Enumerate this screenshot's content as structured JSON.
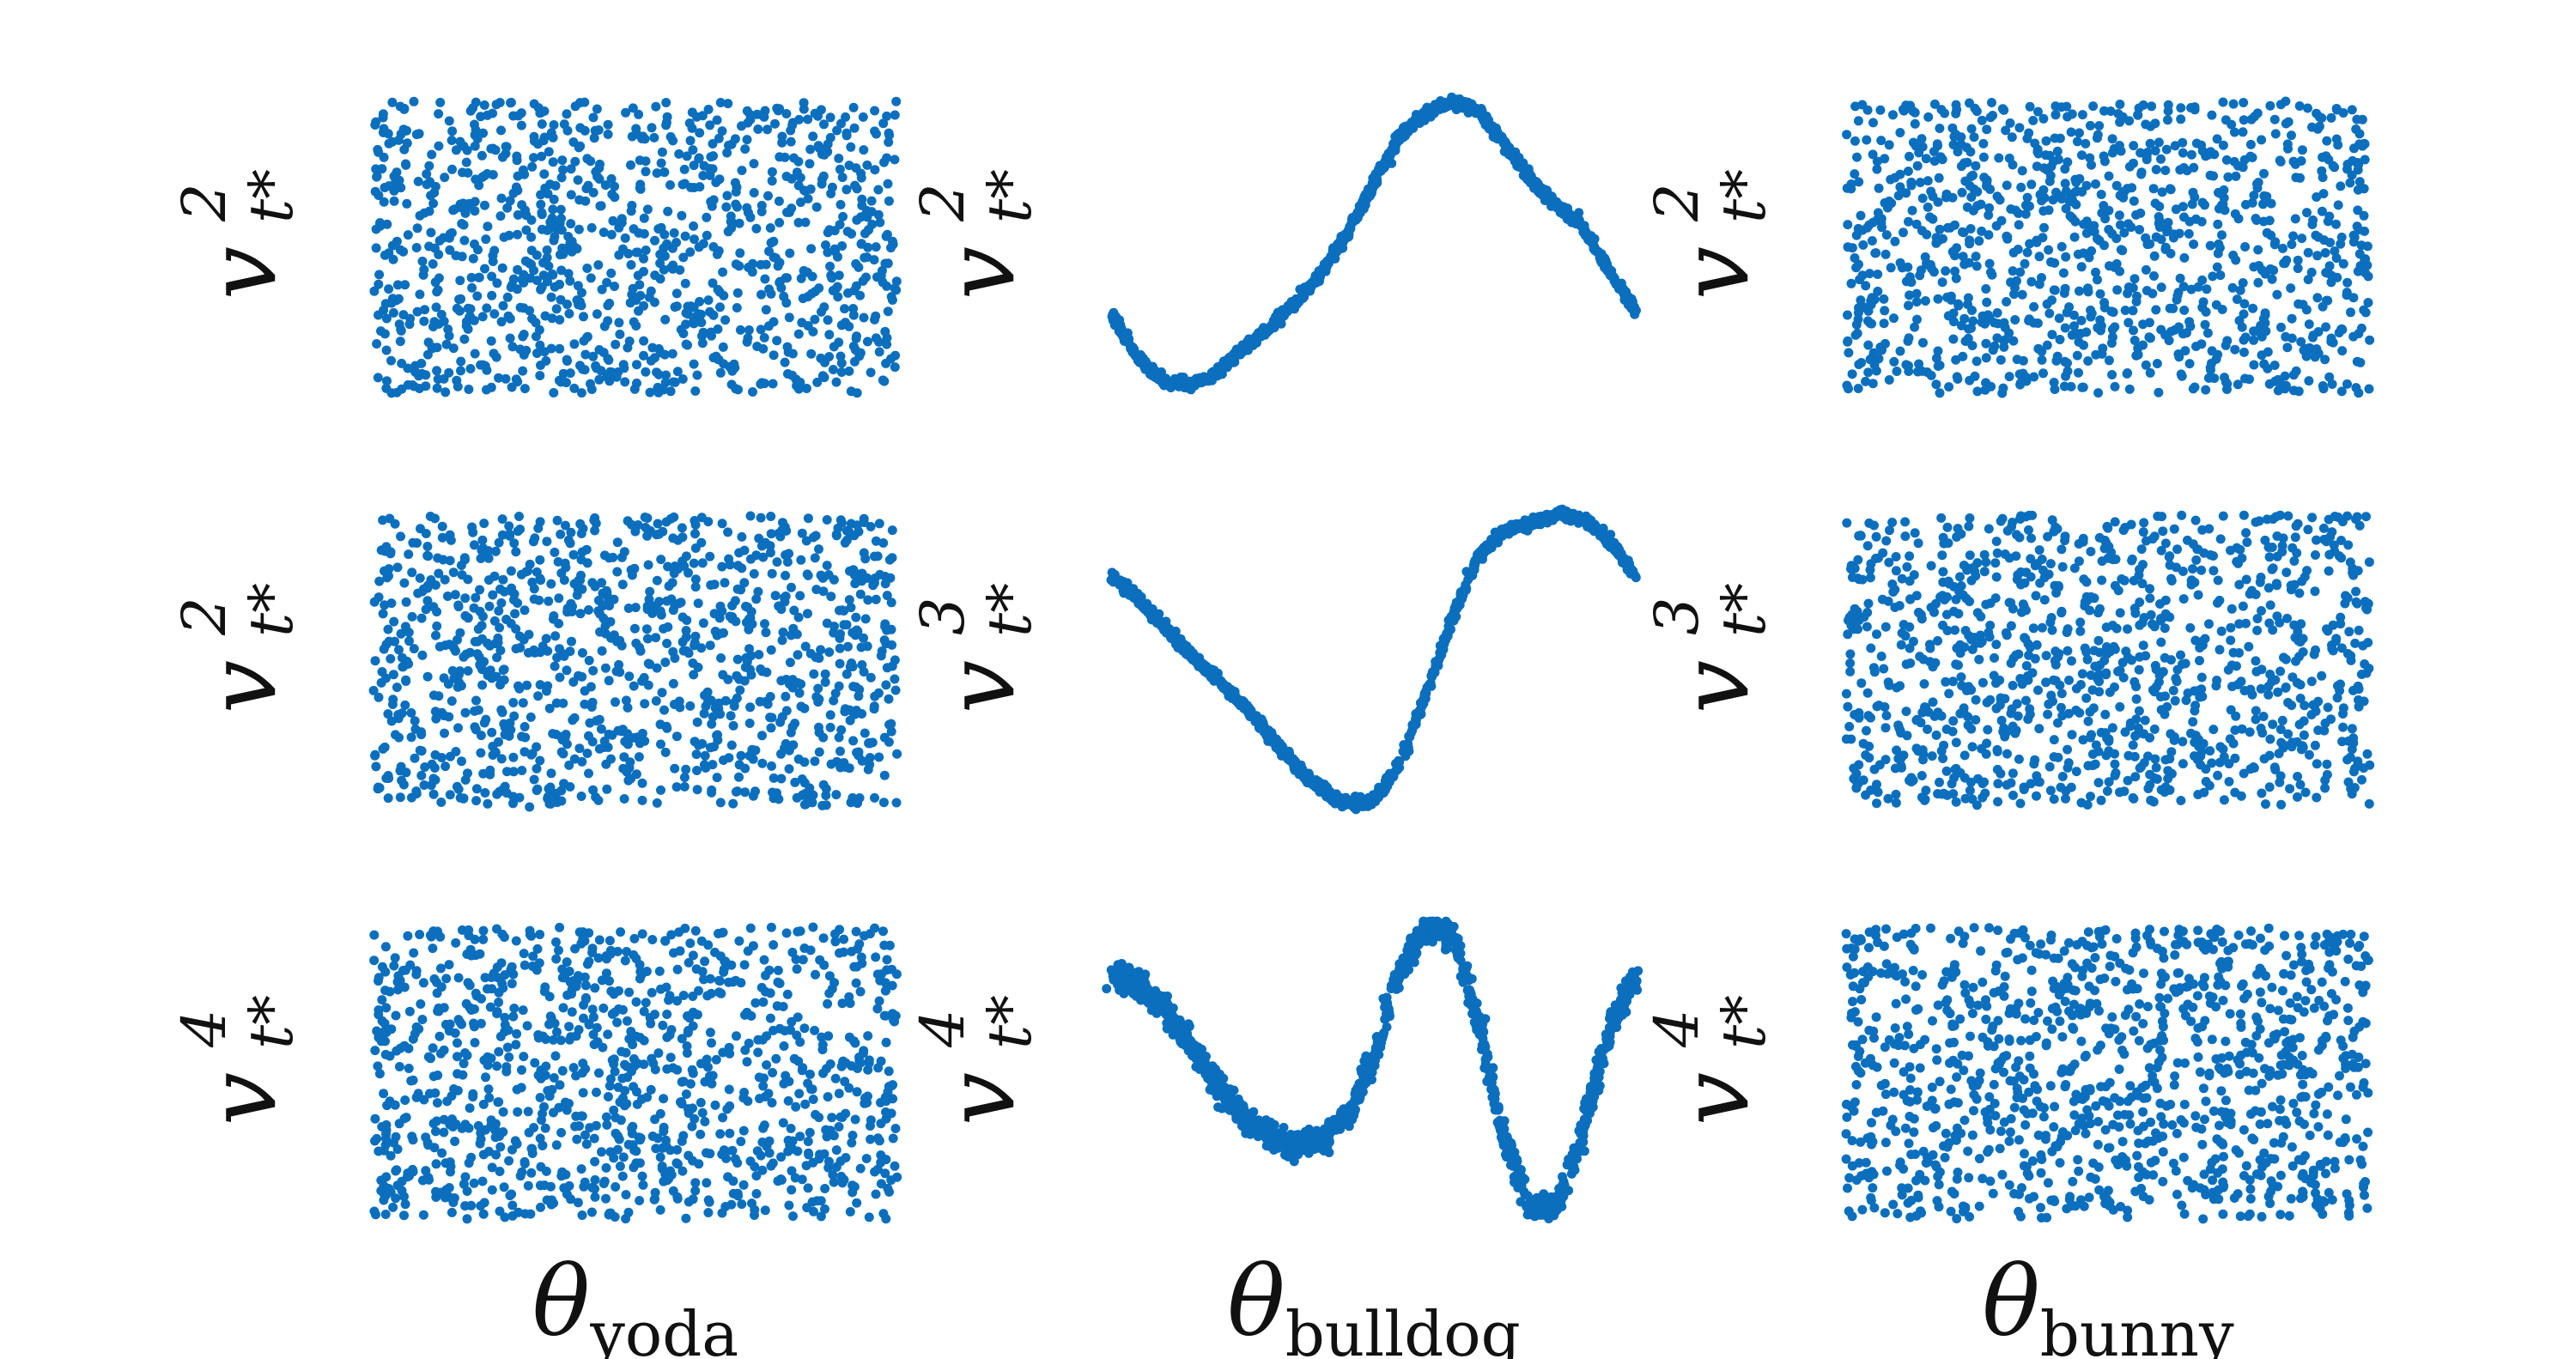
{
  "colors": {
    "points": "#0B6FBE",
    "text": "#111111",
    "background": "#ffffff"
  },
  "chart_data": {
    "type": "scatter",
    "grid": false,
    "axes_visible": false,
    "columns": [
      {
        "xlabel_symbol": "θ",
        "xlabel_sub": "yoda",
        "panels": [
          {
            "ylabel_base": "v",
            "ylabel_sub": "t*",
            "ylabel_sup": "2",
            "pattern": "uniform",
            "note": "uniform spread"
          },
          {
            "ylabel_base": "v",
            "ylabel_sub": "t*",
            "ylabel_sup": "2",
            "pattern": "uniform"
          },
          {
            "ylabel_base": "v",
            "ylabel_sub": "t*",
            "ylabel_sup": "4",
            "pattern": "uniform"
          }
        ]
      },
      {
        "xlabel_symbol": "θ",
        "xlabel_sub": "bulldog",
        "panels": [
          {
            "ylabel_base": "v",
            "ylabel_sub": "t*",
            "ylabel_sup": "2",
            "pattern": "curve",
            "curve_x": [
              0.0,
              0.05,
              0.1,
              0.15,
              0.2,
              0.25,
              0.3,
              0.35,
              0.4,
              0.45,
              0.5,
              0.55,
              0.6,
              0.65,
              0.7,
              0.75,
              0.8,
              0.85,
              0.9,
              0.95,
              1.0
            ],
            "curve_y": [
              0.27,
              0.12,
              0.04,
              0.03,
              0.07,
              0.15,
              0.23,
              0.31,
              0.41,
              0.55,
              0.72,
              0.88,
              0.96,
              1.0,
              0.97,
              0.85,
              0.73,
              0.64,
              0.57,
              0.42,
              0.28
            ]
          },
          {
            "ylabel_base": "v",
            "ylabel_sub": "t*",
            "ylabel_sup": "3",
            "pattern": "curve",
            "curve_x": [
              0.0,
              0.05,
              0.1,
              0.15,
              0.2,
              0.25,
              0.3,
              0.35,
              0.4,
              0.45,
              0.5,
              0.55,
              0.6,
              0.65,
              0.7,
              0.75,
              0.8,
              0.85,
              0.9,
              0.95,
              1.0
            ],
            "curve_y": [
              0.79,
              0.71,
              0.62,
              0.52,
              0.44,
              0.35,
              0.25,
              0.14,
              0.06,
              0.01,
              0.02,
              0.15,
              0.39,
              0.65,
              0.86,
              0.95,
              0.97,
              1.0,
              0.99,
              0.91,
              0.79
            ]
          },
          {
            "ylabel_base": "v",
            "ylabel_sub": "t*",
            "ylabel_sup": "4",
            "pattern": "curve",
            "curve_x": [
              0.0,
              0.05,
              0.1,
              0.15,
              0.2,
              0.25,
              0.3,
              0.35,
              0.4,
              0.45,
              0.5,
              0.55,
              0.6,
              0.65,
              0.7,
              0.75,
              0.8,
              0.85,
              0.9,
              0.95,
              1.0
            ],
            "curve_y": [
              0.84,
              0.81,
              0.72,
              0.6,
              0.46,
              0.35,
              0.28,
              0.25,
              0.27,
              0.35,
              0.56,
              0.85,
              1.0,
              0.98,
              0.67,
              0.27,
              0.04,
              0.05,
              0.32,
              0.65,
              0.84
            ],
            "band": "wide"
          }
        ]
      },
      {
        "xlabel_symbol": "θ",
        "xlabel_sub": "bunny",
        "panels": [
          {
            "ylabel_base": "v",
            "ylabel_sub": "t*",
            "ylabel_sup": "2",
            "pattern": "uniform"
          },
          {
            "ylabel_base": "v",
            "ylabel_sub": "t*",
            "ylabel_sup": "3",
            "pattern": "uniform"
          },
          {
            "ylabel_base": "v",
            "ylabel_sub": "t*",
            "ylabel_sup": "4",
            "pattern": "uniform"
          }
        ]
      }
    ]
  }
}
